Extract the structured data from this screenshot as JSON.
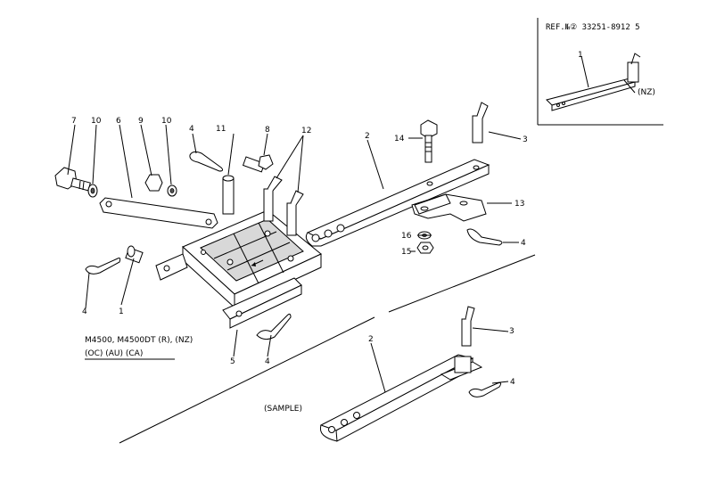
{
  "title": "",
  "ref_text": "REF.№② 33251-8912 5",
  "model_lines": [
    "M4500, M4500DT (R), (NZ)",
    "(OC) (AU) (CA)"
  ],
  "sample_label": "(SAMPLE)",
  "callouts": {
    "c1": "1",
    "c2": "2",
    "c3": "3",
    "c4a": "4",
    "c4b": "4",
    "c4c": "4",
    "c4d": "4",
    "c5": "5",
    "c6": "6",
    "c7": "7",
    "c8": "8",
    "c9": "9",
    "c10a": "10",
    "c10b": "10",
    "c11": "11",
    "c12": "12",
    "c13": "13",
    "c14": "14",
    "c15": "15",
    "c16": "16",
    "s2": "2",
    "s3": "3",
    "s4": "4",
    "inset1": "1",
    "inset_sub": "(NZ)"
  }
}
